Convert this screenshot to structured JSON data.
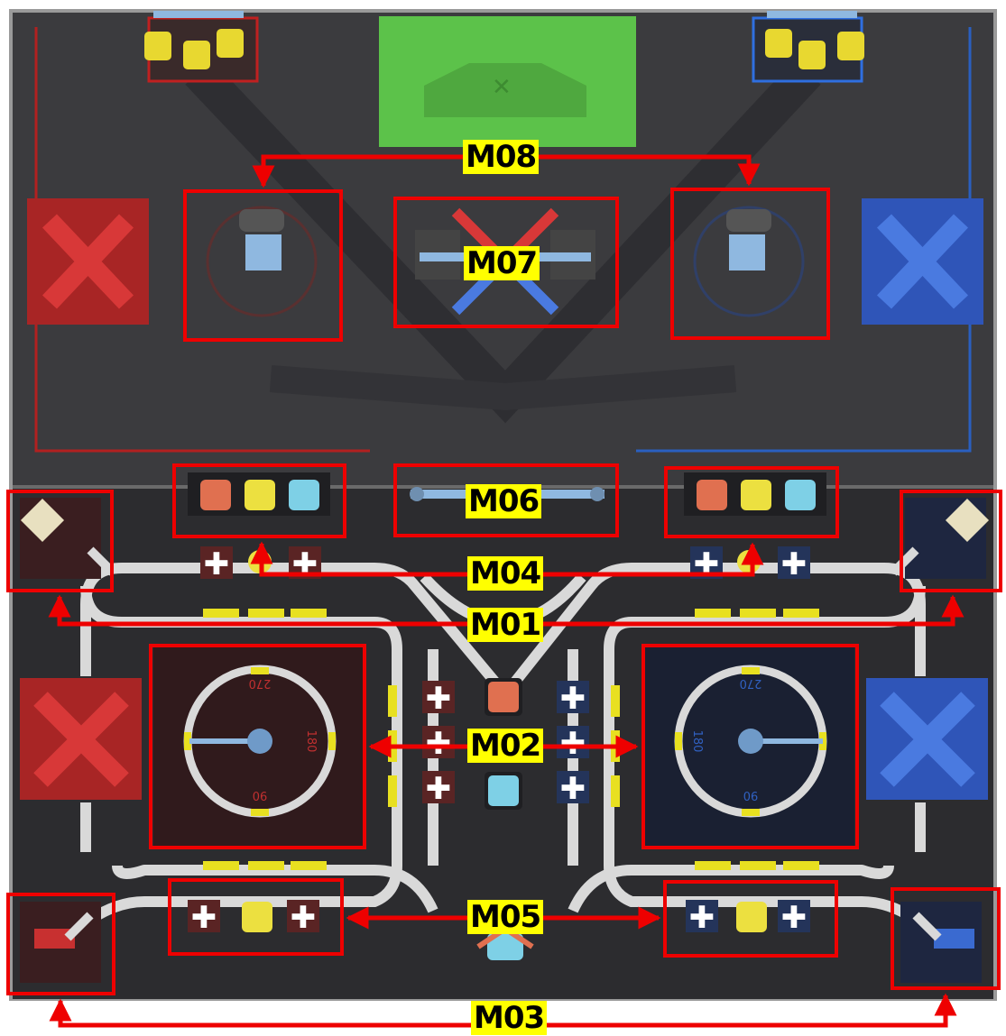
{
  "colors": {
    "mat_top": "#3b3b3e",
    "mat_bottom": "#2c2c2f",
    "red_team": "#e02020",
    "blue_team": "#2f6fe0",
    "path": "#d9d9d9",
    "accent_yellow": "#f2e020",
    "green_zone": "#5cc24a",
    "callout": "#ee0000",
    "label_bg": "#ffff00"
  },
  "labels": {
    "m01": "M01",
    "m02": "M02",
    "m03": "M03",
    "m04": "M04",
    "m05": "M05",
    "m06": "M06",
    "m07": "M07",
    "m08": "M08"
  },
  "dial": {
    "left": {
      "top": "270",
      "right": "180",
      "bottom": "90"
    },
    "right": {
      "top": "270",
      "left": "180",
      "bottom": "90"
    }
  }
}
